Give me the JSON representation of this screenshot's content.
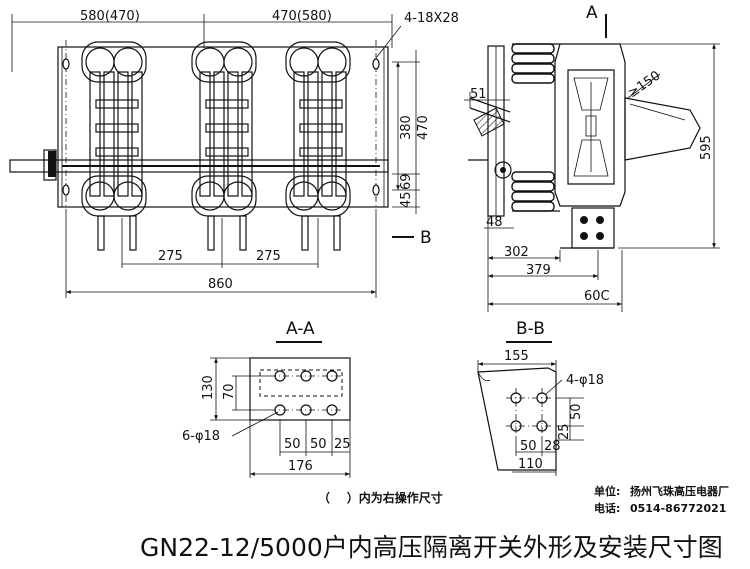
{
  "front_view": {
    "dim_580_470": "580(470)",
    "dim_470_580": "470(580)",
    "dim_mount_holes": "4-18X28",
    "dim_275_left": "275",
    "dim_275_right": "275",
    "dim_860": "860",
    "dim_380": "380",
    "dim_470": "470",
    "dim_45": "45",
    "dim_69": "69",
    "section_b_label": "B"
  },
  "side_view": {
    "section_a_label": "A",
    "dim_radius_150": "≥150",
    "dim_51": "51",
    "dim_48": "48",
    "dim_595": "595",
    "dim_302": "302",
    "dim_379": "379",
    "dim_600": "60C"
  },
  "section_aa": {
    "title": "A-A",
    "dim_130": "130",
    "dim_70": "70",
    "dim_holes": "6-φ18",
    "dim_50a": "50",
    "dim_50b": "50",
    "dim_25": "25",
    "dim_176": "176"
  },
  "section_bb": {
    "title": "B-B",
    "dim_155": "155",
    "dim_holes": "4-φ18",
    "dim_50v": "50",
    "dim_25v": "25",
    "dim_50h": "50",
    "dim_28": "28",
    "dim_110": "110"
  },
  "note": "（    ）内为右操作尺寸",
  "caption": "GN22-12/5000户内高压隔离开关外形及安装尺寸图",
  "company": {
    "unit_label": "单位:",
    "unit_value": "扬州飞珠高压电器厂",
    "phone_label": "电话:",
    "phone_value": "0514-86772021"
  }
}
